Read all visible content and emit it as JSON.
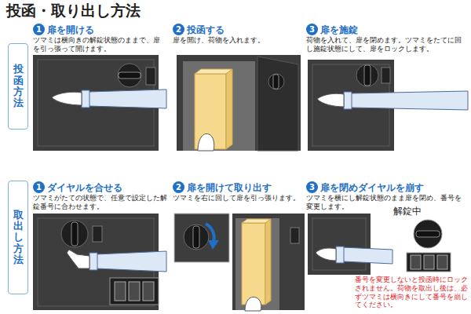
{
  "diagram": {
    "title": "投函・取り出し方法",
    "nodes": [
      {
        "text": [
          "投函方法"
        ]
      },
      {
        "text": [
          "1",
          "扉を開ける",
          "ツマミは横向きの解錠状態のままで、扉を引っ張って開けます。"
        ]
      },
      {
        "text": [
          "2",
          "投函する",
          "扉を開け、荷物を入れます。"
        ]
      },
      {
        "text": [
          "3",
          "扉を施錠",
          "荷物を入れて、扉を閉めます。ツマミをたてに回し施錠状態にして、扉をロックします。"
        ]
      },
      {
        "text": [
          "取出し方法"
        ]
      },
      {
        "text": [
          "1",
          "ダイヤルを合せる",
          "ツマミがたての状態で、任意で設定した解錠番号に合わせます。"
        ]
      },
      {
        "text": [
          "2",
          "扉を開けて取り出す",
          "ツマミを右に回して扉を引っ張ります。"
        ]
      },
      {
        "text": [
          "3",
          "扉を閉めダイヤルを崩す",
          "ツマミを横にし解錠状態のまま扉を閉め、番号を変更します。"
        ]
      }
    ],
    "labels": [
      "解錠中",
      "番号を変更しないと投函時にロックされません。荷物を取出し後は、必ずツマミは横向きにして番号を崩してください。"
    ]
  }
}
